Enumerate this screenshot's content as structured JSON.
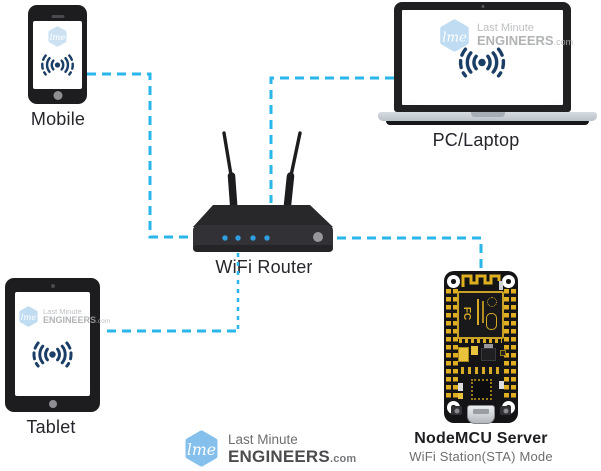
{
  "colors": {
    "connection_line": "#29b6ea",
    "wifi_icon": "#1b3e66",
    "router_led": "#2f9fe0",
    "logo_hexagon": "#85c0ec",
    "nodemcu_gold": "#e0af1f"
  },
  "devices": {
    "mobile": {
      "label": "Mobile",
      "icon": "wifi-signal-icon"
    },
    "laptop": {
      "label": "PC/Laptop",
      "icon": "wifi-signal-icon"
    },
    "router": {
      "label": "WiFi Router"
    },
    "tablet": {
      "label": "Tablet",
      "icon": "wifi-signal-icon"
    },
    "nodemcu": {
      "label": "NodeMCU Server",
      "sublabel": "WiFi Station(STA) Mode"
    }
  },
  "connections": [
    {
      "from": "mobile",
      "to": "router",
      "style": "dashed"
    },
    {
      "from": "laptop",
      "to": "router",
      "style": "dashed"
    },
    {
      "from": "router",
      "to": "nodemcu",
      "style": "dashed"
    },
    {
      "from": "router",
      "to": "tablet",
      "style": "dashed"
    }
  ],
  "brand": {
    "monogram": "lme",
    "line1": "Last Minute",
    "line2": "ENGINEERS",
    "tld": ".com"
  }
}
